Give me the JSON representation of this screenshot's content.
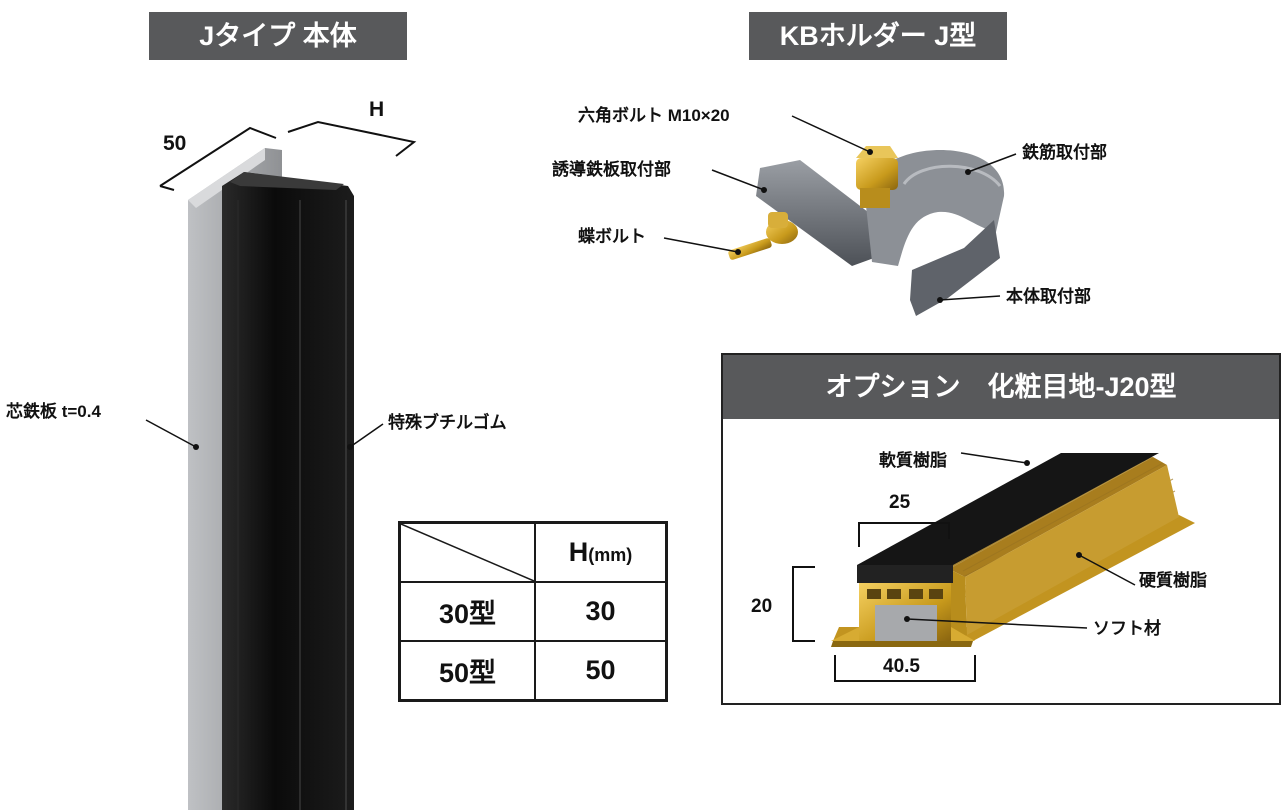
{
  "left_panel": {
    "title": "Jタイプ 本体",
    "dim_50": "50",
    "dim_h": "H",
    "label_core": "芯鉄板 t=0.4",
    "label_rubber": "特殊ブチルゴム"
  },
  "right_panel": {
    "title": "KBホルダー J型",
    "label_hex_bolt": "六角ボルト M10×20",
    "label_guide": "誘導鉄板取付部",
    "label_rebar": "鉄筋取付部",
    "label_wing_bolt": "蝶ボルト",
    "label_body_mount": "本体取付部"
  },
  "h_table": {
    "header_h": "H",
    "header_unit": "(mm)",
    "rows": [
      {
        "type": "30型",
        "h": "30"
      },
      {
        "type": "50型",
        "h": "50"
      }
    ]
  },
  "option": {
    "title": "オプション　化粧目地-J20型",
    "label_soft_resin": "軟質樹脂",
    "label_hard_resin": "硬質樹脂",
    "label_soft_material": "ソフト材",
    "dim_25": "25",
    "dim_20": "20",
    "dim_405": "40.5"
  },
  "colors": {
    "title_bg": "#58595b",
    "rubber": "#101010",
    "core_plate": "#a7a9ac",
    "gold": "#c9a227",
    "holder_steel": "#6d7178"
  }
}
